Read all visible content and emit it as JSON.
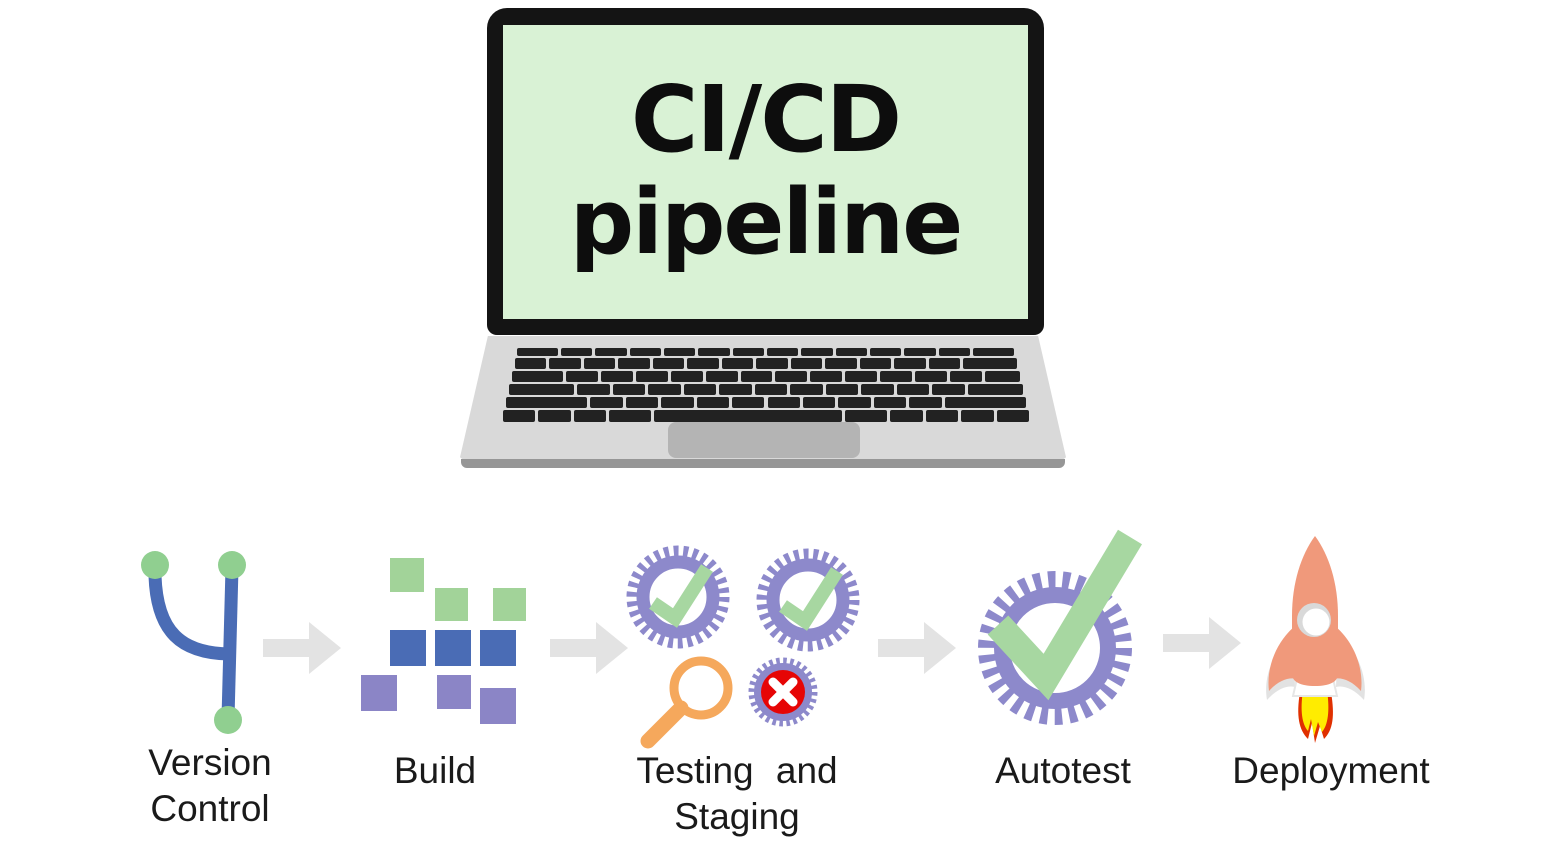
{
  "laptop": {
    "screen": {
      "line1": "CI/CD",
      "line2": "pipeline",
      "bg_color": "#d9f2d5",
      "text_color": "#0d0d0d"
    }
  },
  "pipeline": {
    "stages": [
      {
        "id": "version-control",
        "icon": "git-branch-icon",
        "label_lines": [
          "Version",
          "Control"
        ]
      },
      {
        "id": "build",
        "icon": "build-blocks-icon",
        "label_lines": [
          "Build"
        ]
      },
      {
        "id": "testing-staging",
        "icon": "gears-check-magnifier-icon",
        "label_lines": [
          "Testing and",
          "Staging"
        ]
      },
      {
        "id": "autotest",
        "icon": "gear-checkmark-icon",
        "label_lines": [
          "Autotest"
        ]
      },
      {
        "id": "deployment",
        "icon": "rocket-icon",
        "label_lines": [
          "Deployment"
        ]
      }
    ],
    "arrow_icon": "right-arrow-icon"
  },
  "colors": {
    "screen_green": "#d9f2d5",
    "laptop_gray": "#d9d9d9",
    "laptop_foot_gray": "#969696",
    "key_black": "#222222",
    "trackpad_gray": "#b4b4b4",
    "arrow_gray": "#e3e3e3",
    "git_blue": "#4a6cb5",
    "node_green": "#90cf90",
    "build_green": "#a2d399",
    "build_blue": "#4a6cb5",
    "build_purple": "#8b85c6",
    "gear_purple": "#8d89cb",
    "check_green": "#a7d7a1",
    "magnifier_orange": "#f5a85c",
    "error_red": "#e60505",
    "rocket_salmon": "#f0997b",
    "flame_yellow": "#ffec00",
    "flame_red": "#e03000",
    "label_black": "#1a1a1a"
  }
}
